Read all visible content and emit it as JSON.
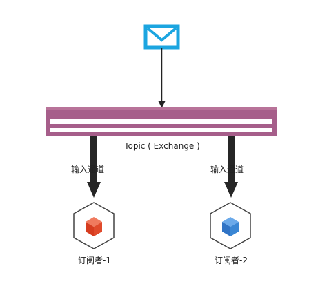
{
  "exchange": {
    "label": "Topic ( Exchange )",
    "color": "#a65e8a"
  },
  "message": {
    "icon": "envelope-icon",
    "color": "#1ba5e0"
  },
  "channels": [
    {
      "label": "输入通道"
    },
    {
      "label": "输入通道"
    }
  ],
  "subscribers": [
    {
      "label": "订阅者-1",
      "icon": "cube-icon",
      "color": "#e04a2b"
    },
    {
      "label": "订阅者-2",
      "icon": "cube-icon",
      "color": "#3a86d4"
    }
  ]
}
